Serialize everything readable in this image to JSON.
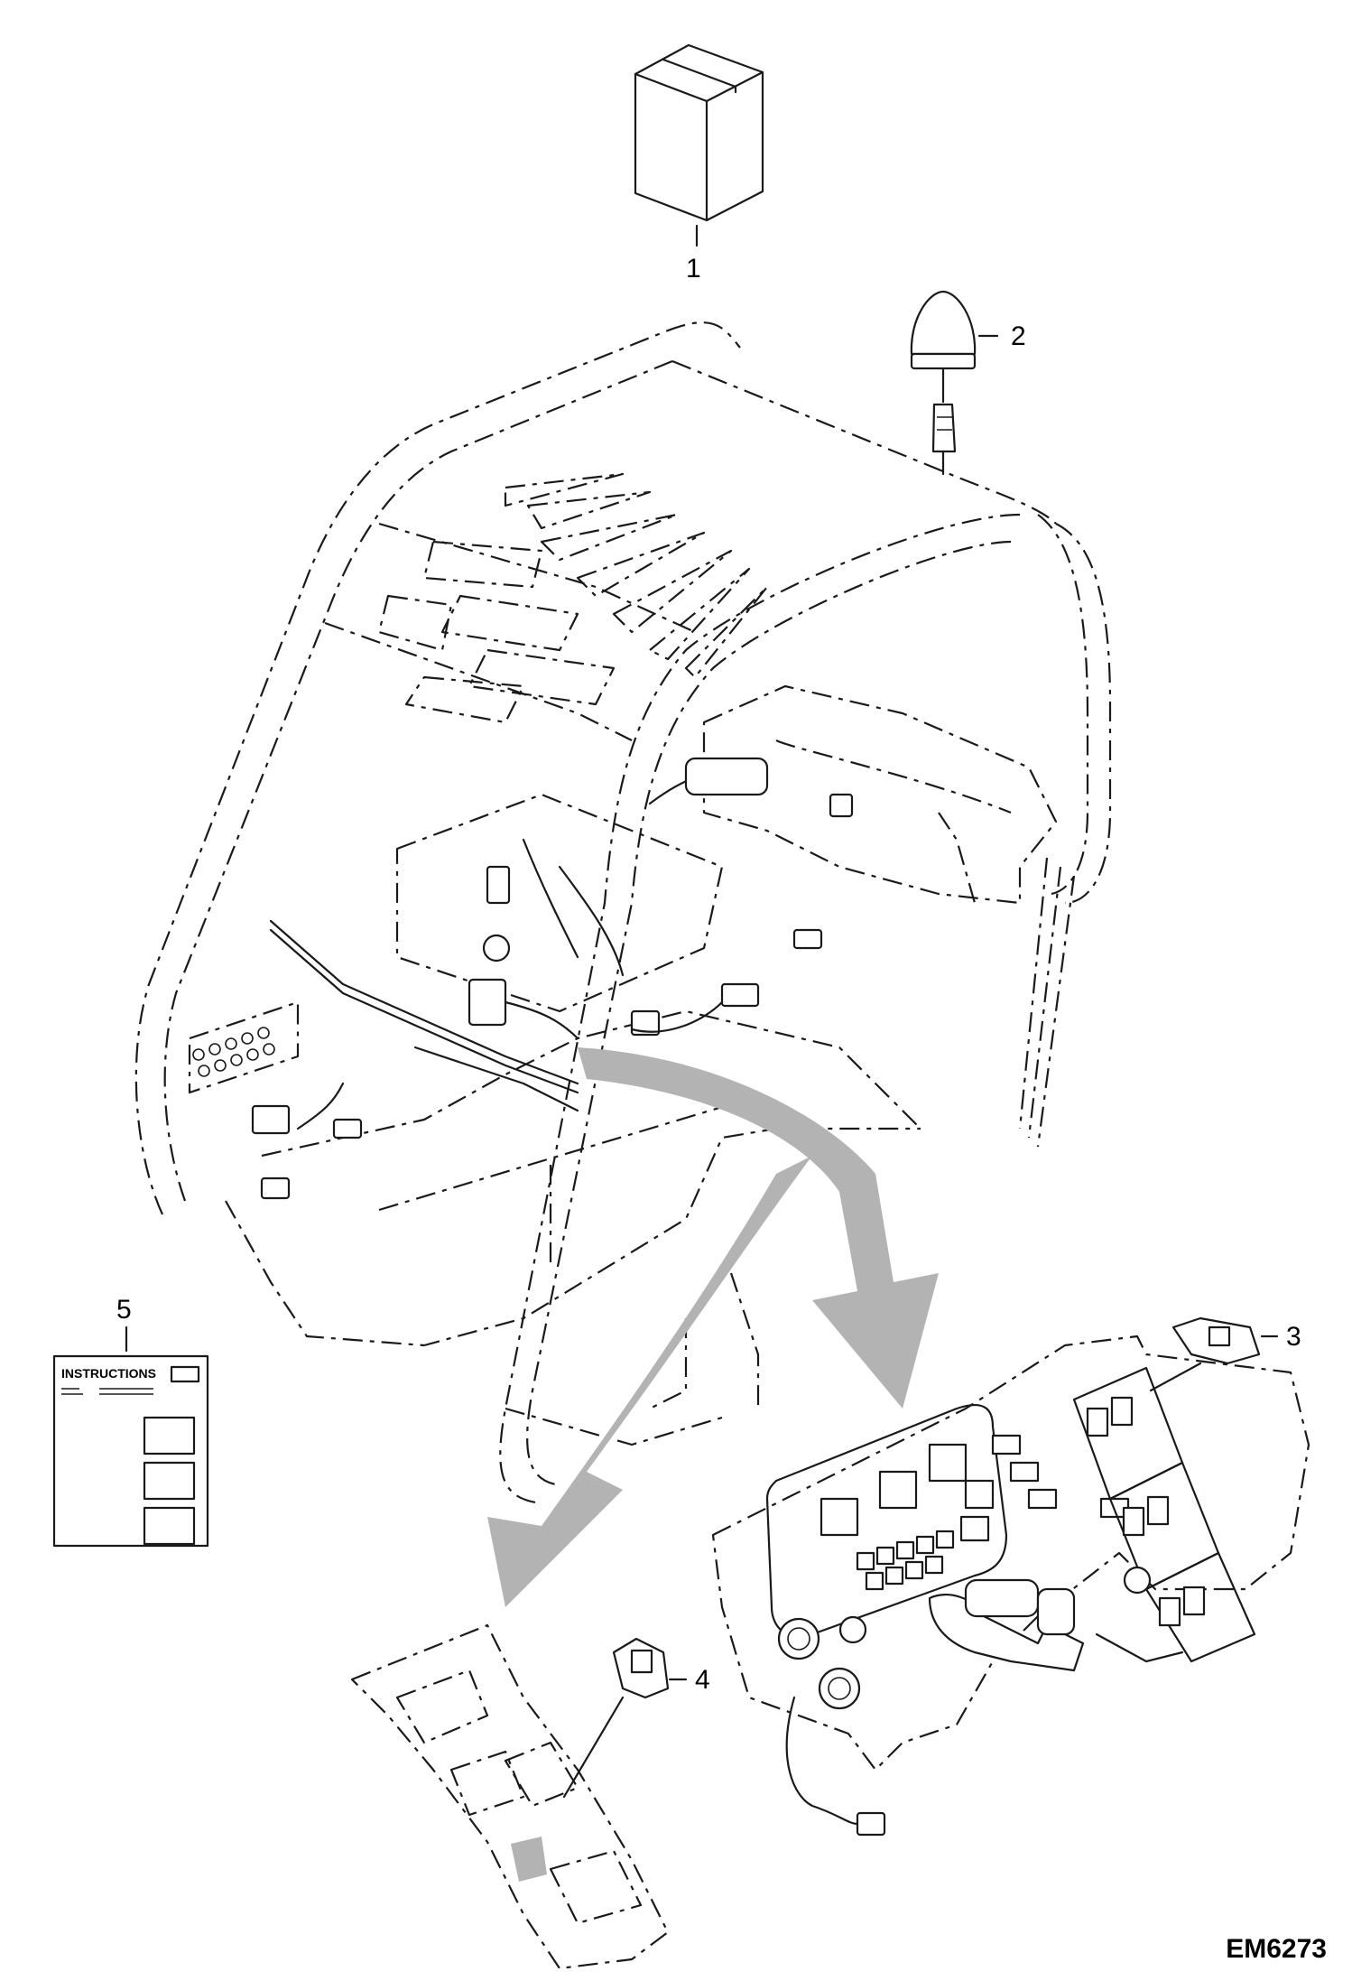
{
  "callouts": [
    "1",
    "2",
    "3",
    "4",
    "5"
  ],
  "drawing_code": "EM6273",
  "manual_label": "INSTRUCTIONS"
}
